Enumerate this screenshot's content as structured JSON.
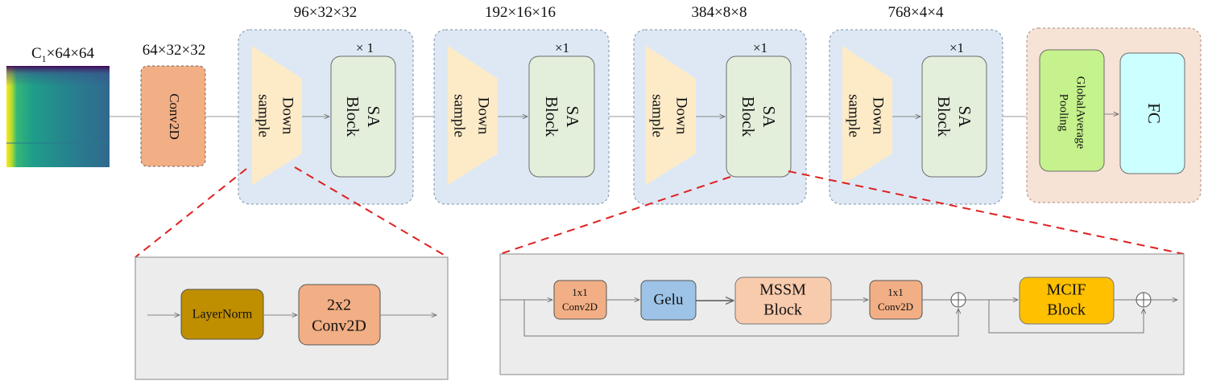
{
  "input": {
    "label_prefix": "C",
    "label_sub": "1",
    "label_suffix": "×64×64"
  },
  "conv_stem": {
    "dims": "64×32×32",
    "label": "Conv2D"
  },
  "stages": [
    {
      "dims": "96×32×32",
      "repeat": "× 1",
      "down_line1": "Down",
      "down_line2": "sample",
      "sa_line1": "SA",
      "sa_line2": "Block"
    },
    {
      "dims": "192×16×16",
      "repeat": "×1",
      "down_line1": "Down",
      "down_line2": "sample",
      "sa_line1": "SA",
      "sa_line2": "Block"
    },
    {
      "dims": "384×8×8",
      "repeat": "×1",
      "down_line1": "Down",
      "down_line2": "sample",
      "sa_line1": "SA",
      "sa_line2": "Block"
    },
    {
      "dims": "768×4×4",
      "repeat": "×1",
      "down_line1": "Down",
      "down_line2": "sample",
      "sa_line1": "SA",
      "sa_line2": "Block"
    }
  ],
  "head": {
    "pool_line1": "GlobalAverage",
    "pool_line2": "Pooling",
    "fc": "FC"
  },
  "downsample_detail": {
    "layernorm": "LayerNorm",
    "conv_line1": "2x2",
    "conv_line2": "Conv2D"
  },
  "sa_detail": {
    "conv1_line1": "1x1",
    "conv1_line2": "Conv2D",
    "gelu": "Gelu",
    "mssm_line1": "MSSM",
    "mssm_line2": "Block",
    "conv2_line1": "1x1",
    "conv2_line2": "Conv2D",
    "mcif_line1": "MCIF",
    "mcif_line2": "Block"
  },
  "colors": {
    "stage_bg": "#dde8f4",
    "head_bg": "#f7e2d6",
    "downsample": "#fdebc8",
    "sa_block": "#e3eedb",
    "conv": "#f2ae84",
    "layernorm": "#bf8f00",
    "gelu": "#9dc3e6",
    "mssm": "#f8cbad",
    "mcif": "#ffc000",
    "pooling": "#c5f28c",
    "fc": "#ccffff",
    "detail_bg": "#ececec",
    "zoom_line": "#e02020"
  }
}
